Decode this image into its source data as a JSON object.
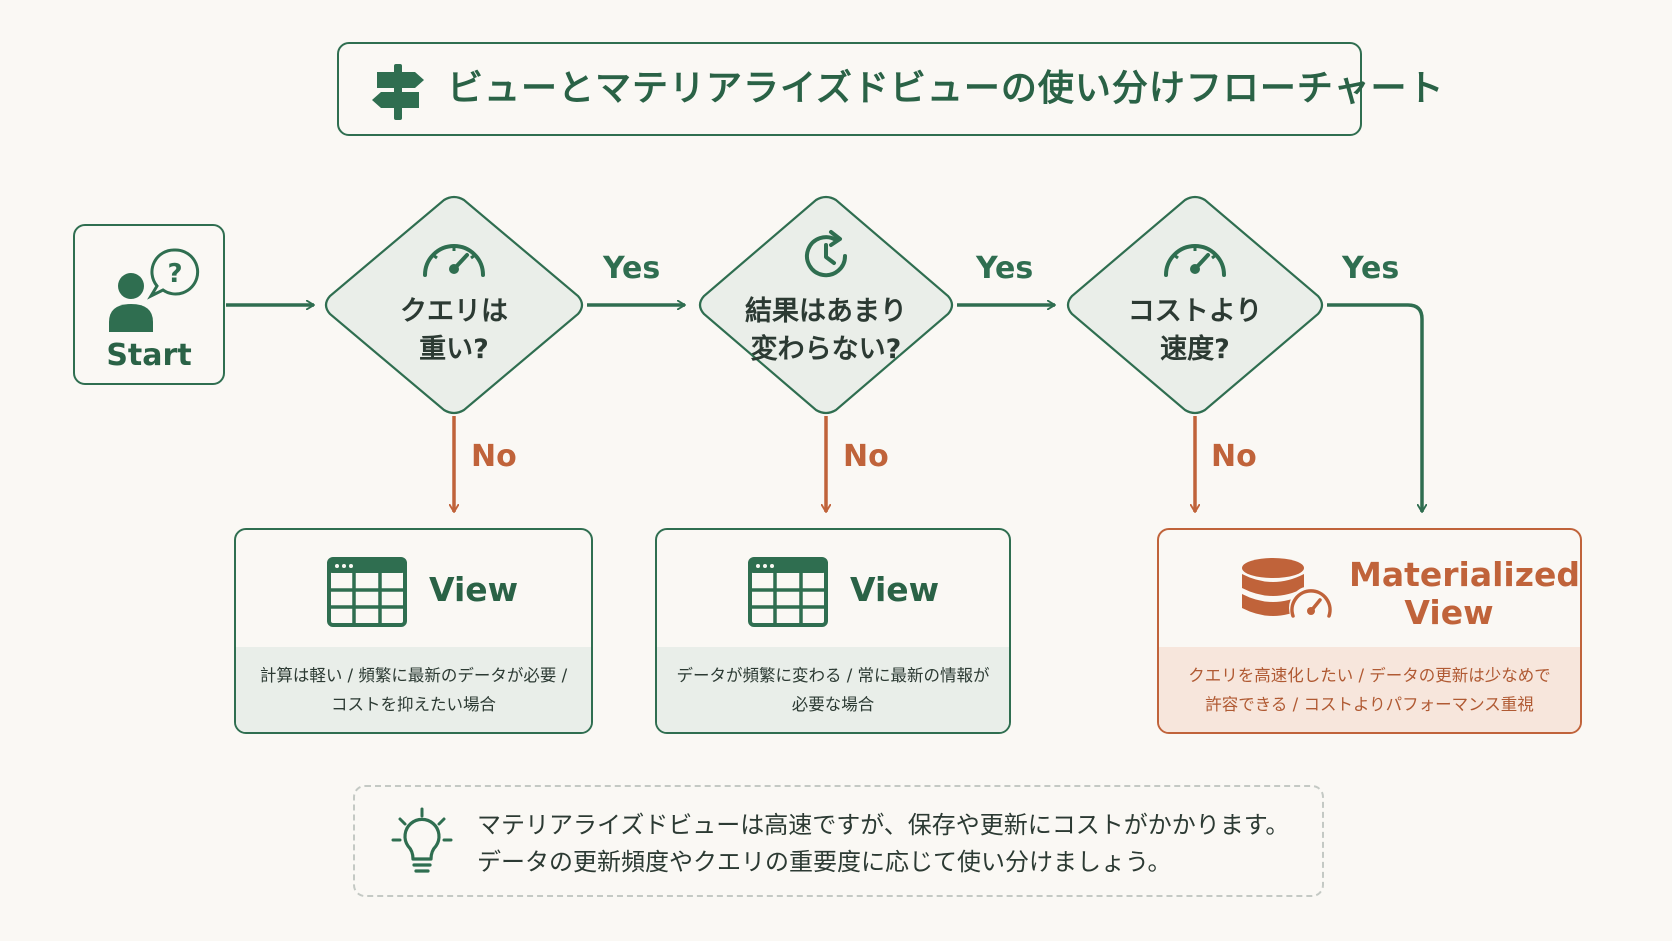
{
  "title": "ビューとマテリアライズドビューの使い分けフローチャート",
  "start": {
    "label": "Start"
  },
  "decisions": [
    {
      "line1": "クエリは",
      "line2": "重い?",
      "icon": "speedometer-icon"
    },
    {
      "line1": "結果はあまり",
      "line2": "変わらない?",
      "icon": "clock-refresh-icon"
    },
    {
      "line1": "コストより",
      "line2": "速度?",
      "icon": "speedometer-icon"
    }
  ],
  "labels": {
    "yes": "Yes",
    "no": "No"
  },
  "results": [
    {
      "title": "View",
      "desc1": "計算は軽い / 頻繁に最新のデータが必要 /",
      "desc2": "コストを抑えたい場合",
      "icon": "table-icon"
    },
    {
      "title": "View",
      "desc1": "データが頻繁に変わる / 常に最新の情報が",
      "desc2": "必要な場合",
      "icon": "table-icon"
    },
    {
      "title1": "Materialized",
      "title2": "View",
      "desc1": "クエリを高速化したい / データの更新は少なめで",
      "desc2": "許容できる / コストよりパフォーマンス重視",
      "icon": "database-speed-icon"
    }
  ],
  "note": {
    "line1": "マテリアライズドビューは高速ですが、保存や更新にコストがかかります。",
    "line2": "データの更新頻度やクエリの重要度に応じて使い分けましょう。",
    "icon": "lightbulb-icon"
  },
  "colors": {
    "green": "#2f6e50",
    "orange": "#c0633a",
    "background": "#faf8f4"
  }
}
